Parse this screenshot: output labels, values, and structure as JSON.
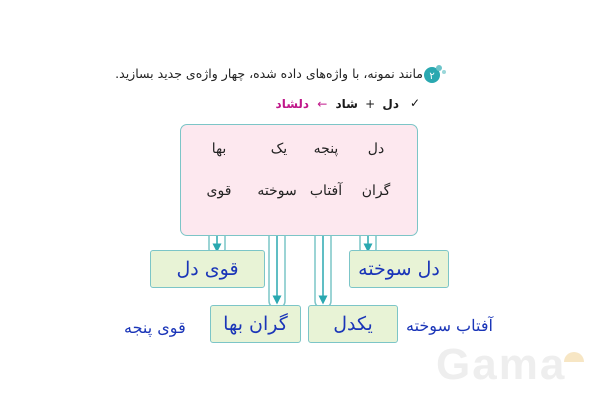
{
  "instruction": {
    "number": "۲",
    "text": "مانند نمونه، با واژه‌های داده شده، چهار واژه‌ی جدید بسازید."
  },
  "example": {
    "check": "✓",
    "word1": "دل",
    "plus": "+",
    "word2": "شاد",
    "arrow": "←",
    "result": "دلشاد"
  },
  "word_box": {
    "row1": [
      "دل",
      "پنجه",
      "یک",
      "بها"
    ],
    "row2": [
      "گران",
      "آفتاب",
      "سوخته",
      "قوی"
    ]
  },
  "answers": {
    "a1": "قوی دل",
    "a2": "دل سوخته",
    "a3": "گران بها",
    "a4": "یکدل",
    "free_right": "آفتاب سوخته",
    "free_left": "قوی پنجه"
  },
  "logo": {
    "text": "Gama"
  },
  "colors": {
    "teal": "#7cc5c7",
    "pink_bg": "#fde8ef",
    "green_bg": "#e8f3d6",
    "answer_blue": "#1a35b8",
    "magenta": "#c0178a"
  }
}
